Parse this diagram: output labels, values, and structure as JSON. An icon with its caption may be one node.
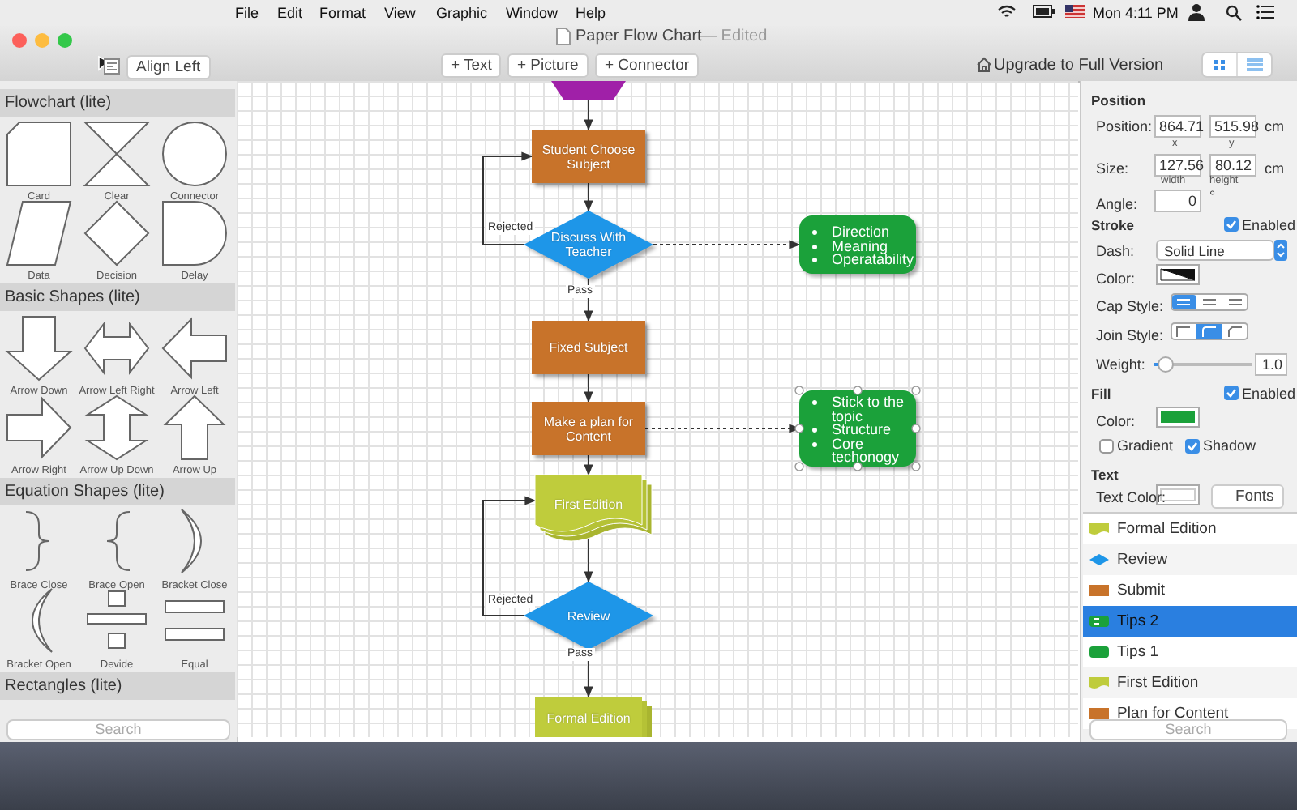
{
  "diagram": {
    "title": "Paper Flow Chart",
    "nodes": [
      {
        "text": [],
        "shape": "hexagon"
      },
      {
        "text": [
          "Student Choose Subject"
        ]
      },
      {
        "text": [
          "Discuss With Teacher"
        ]
      },
      {
        "text": [
          "Direction",
          "Meaning",
          "Operatability"
        ]
      },
      {
        "text": [
          "Fixed Subject"
        ]
      },
      {
        "text": [
          "Make a plan for Content"
        ]
      },
      {
        "text": [
          "Stick to the topic",
          "Structure",
          "Core techonogy"
        ]
      },
      {
        "text": [
          "First Edition"
        ]
      },
      {
        "text": [
          "Review"
        ]
      },
      {
        "text": [
          "Formal Edition"
        ]
      }
    ],
    "edges": [
      {
        "from": 0,
        "to": 1,
        "arrow": "to"
      },
      {
        "from": 1,
        "to": 2,
        "arrow": "to"
      },
      {
        "from": 2,
        "to": 1,
        "arrow": "to",
        "label": "Rejected"
      },
      {
        "from": 2,
        "to": 3,
        "arrow": "to",
        "style": "dashed"
      },
      {
        "from": 2,
        "to": 4,
        "arrow": "to",
        "label": "Pass"
      },
      {
        "from": 4,
        "to": 5,
        "arrow": "to"
      },
      {
        "from": 5,
        "to": 6,
        "arrow": "to",
        "style": "dashed"
      },
      {
        "from": 5,
        "to": 7,
        "arrow": "to"
      },
      {
        "from": 7,
        "to": 8,
        "arrow": "to"
      },
      {
        "from": 8,
        "to": 7,
        "arrow": "to",
        "label": "Rejected"
      },
      {
        "from": 8,
        "to": 9,
        "arrow": "to",
        "label": "Pass"
      }
    ],
    "labels": [
      "File",
      "Edit",
      "Format",
      "View",
      "Graphic",
      "Window",
      "Help",
      "Mon 4:11 PM",
      "— Edited",
      "Align Left",
      "+ Text",
      "+ Picture",
      "+ Connector",
      "Upgrade to Full Version",
      "Flowchart (lite)",
      "Card",
      "Clear",
      "Connector",
      "Data",
      "Decision",
      "Delay",
      "Basic Shapes (lite)",
      "Arrow Down",
      "Arrow Left Right",
      "Arrow Left",
      "Arrow Right",
      "Arrow Up Down",
      "Arrow Up",
      "Equation Shapes (lite)",
      "Brace Close",
      "Brace Open",
      "Bracket Close",
      "Bracket Open",
      "Devide",
      "Equal",
      "Rectangles (lite)",
      "Search",
      "Position",
      "Position:",
      "864.71",
      "515.98",
      "cm",
      "x",
      "y",
      "Size:",
      "127.56",
      "80.12",
      "cm",
      "width",
      "height",
      "Angle:",
      "0",
      "°",
      "Stroke",
      "Enabled",
      "Dash:",
      "Solid Line",
      "Color:",
      "Cap Style:",
      "Join Style:",
      "Weight:",
      "1.0",
      "Fill",
      "Enabled",
      "Color:",
      "Gradient",
      "Shadow",
      "Text",
      "Text Color:",
      "Fonts",
      "Formal Edition",
      "Review",
      "Submit",
      "Tips 2",
      "Tips 1",
      "First Edition",
      "Plan for Content",
      "Search"
    ]
  }
}
